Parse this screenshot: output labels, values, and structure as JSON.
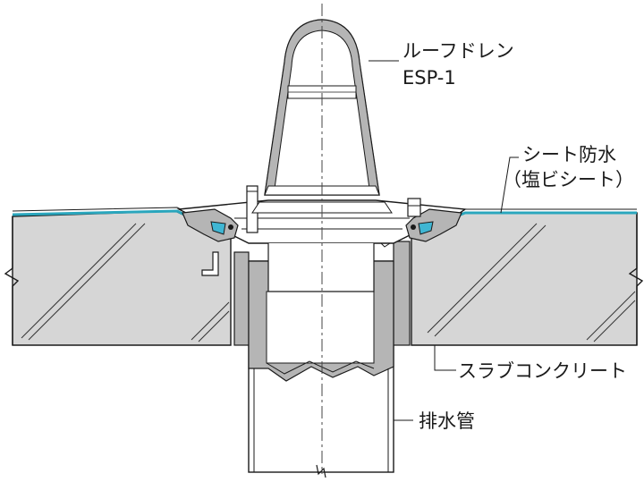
{
  "labels": {
    "roof_drain_line1": "ルーフドレン",
    "roof_drain_line2": "ESP-1",
    "sheet_line1": "シート防水",
    "sheet_line2": "（塩ビシート）",
    "slab": "スラブコンクリート",
    "drain_pipe": "排水管"
  },
  "colors": {
    "line": "#1a1a1a",
    "slab_fill": "#d6d6d6",
    "metal_fill": "#b5b5b5",
    "sheet": "#2aa6bd",
    "seal": "#3fb6d3",
    "background": "#ffffff"
  }
}
